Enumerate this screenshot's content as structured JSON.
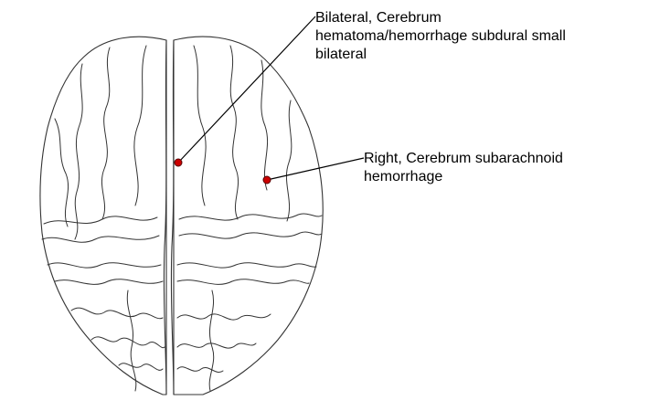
{
  "colors": {
    "marker": "#cc0000",
    "line": "#333333",
    "background": "#ffffff"
  },
  "annotations": [
    {
      "name": "bilateral-cerebrum-subdural-hematoma",
      "text": "Bilateral,  Cerebrum\nhematoma/hemorrhage subdural small\nbilateral"
    },
    {
      "name": "right-cerebrum-subarachnoid-hemorrhage",
      "text": "Right,  Cerebrum subarachnoid\nhemorrhage"
    }
  ]
}
